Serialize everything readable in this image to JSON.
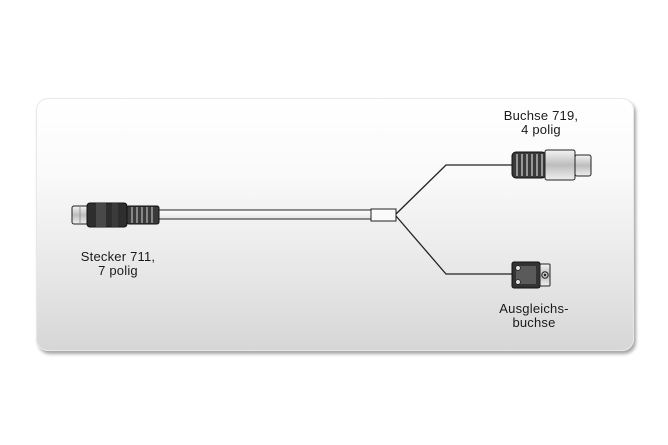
{
  "labels": {
    "socket_719_line1": "Buchse 719,",
    "socket_719_line2": "4 polig",
    "plug_711_line1": "Stecker 711,",
    "plug_711_line2": "7 polig",
    "compensation_line1": "Ausgleichs-",
    "compensation_line2": "buchse"
  },
  "colors": {
    "cable": "#ffffff",
    "outline": "#222222",
    "connector_dark": "#2a2a2a"
  }
}
